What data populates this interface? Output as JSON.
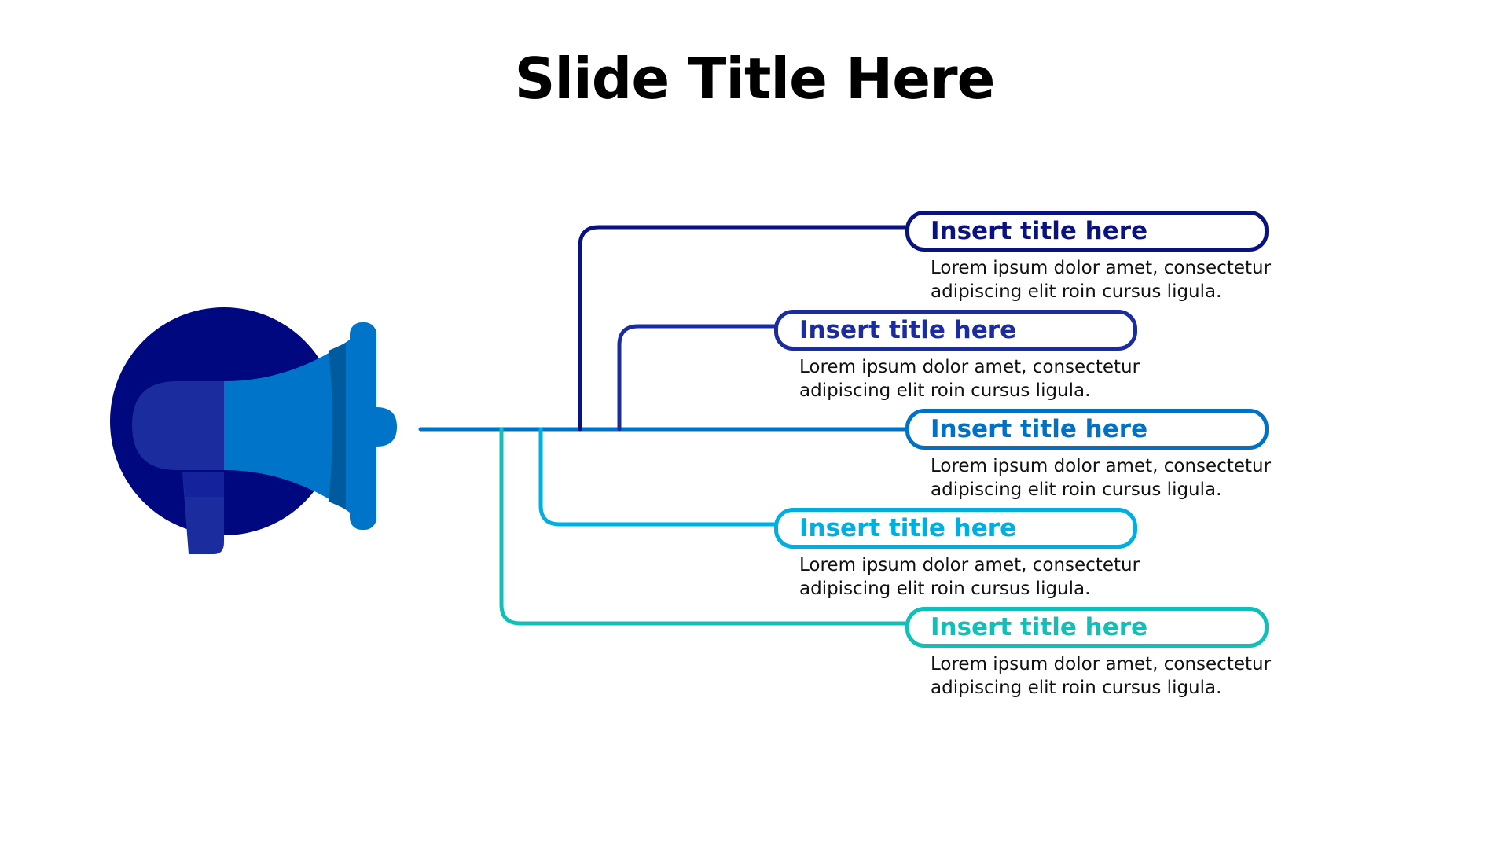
{
  "slide": {
    "title": "Slide Title Here"
  },
  "icon": {
    "name": "megaphone-icon",
    "colors": {
      "circle": "#00087F",
      "handle": "#1A2C9E",
      "body": "#0074C8",
      "shade": "#005A9E"
    }
  },
  "items": [
    {
      "title": "Insert title here",
      "line1": "Lorem ipsum dolor amet, consectetur",
      "line2": "adipiscing elit roin cursus ligula.",
      "color": "#0A1280"
    },
    {
      "title": "Insert title here",
      "line1": "Lorem ipsum dolor amet, consectetur",
      "line2": "adipiscing elit roin cursus ligula.",
      "color": "#1A2C9E"
    },
    {
      "title": "Insert title here",
      "line1": "Lorem ipsum dolor amet, consectetur",
      "line2": "adipiscing elit roin cursus ligula.",
      "color": "#0072C6"
    },
    {
      "title": "Insert title here",
      "line1": "Lorem ipsum dolor amet, consectetur",
      "line2": "adipiscing elit roin cursus ligula.",
      "color": "#00AEDF"
    },
    {
      "title": "Insert title here",
      "line1": "Lorem ipsum dolor amet, consectetur",
      "line2": "adipiscing elit roin cursus ligula.",
      "color": "#10BFB8"
    }
  ]
}
